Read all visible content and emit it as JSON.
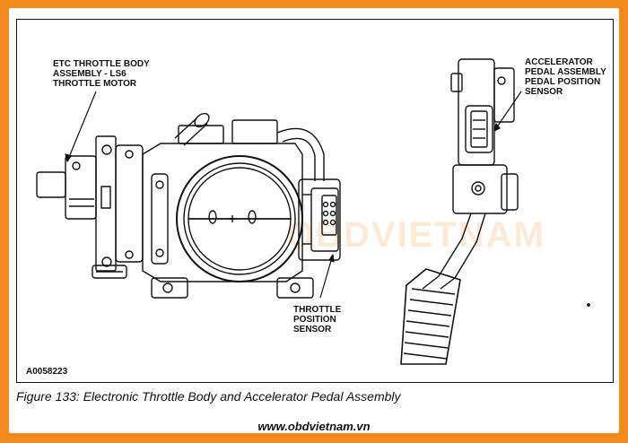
{
  "callouts": {
    "etc": "ETC THROTTLE BODY\nASSEMBLY - LS6\nTHROTTLE MOTOR",
    "app": "ACCELERATOR\nPEDAL ASSEMBLY\nPEDAL POSITION\nSENSOR",
    "tps": "THROTTLE\nPOSITION\nSENSOR"
  },
  "figure_id": "A0058223",
  "caption": "Figure 133: Electronic Throttle Body and Accelerator Pedal Assembly",
  "website": "www.obdvietnam.vn",
  "watermark": "OBDVIETNAM",
  "colors": {
    "border": "#f28a1e",
    "ink": "#111111"
  }
}
